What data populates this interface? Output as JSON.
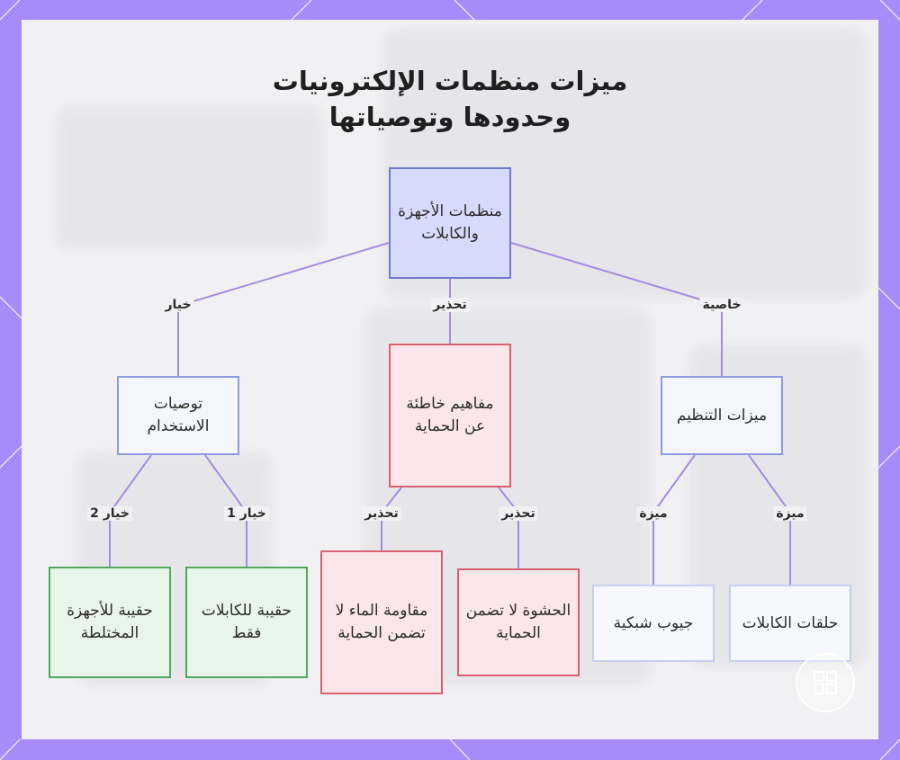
{
  "title": {
    "line1": "ميزات منظمات الإلكترونيات",
    "line2": "وحدودها وتوصياتها"
  },
  "nodes": {
    "root": "منظمات الأجهزة والكابلات",
    "misconceptions": "مفاهيم خاطئة عن الحماية",
    "usage": "توصيات الاستخدام",
    "features": "ميزات التنظيم",
    "cables_only_bag": "حقيبة للكابلات فقط",
    "mixed_devices_bag": "حقيبة للأجهزة المختلطة",
    "water_resistance": "مقاومة الماء لا تضمن الحماية",
    "padding": "الحشوة لا تضمن الحماية",
    "mesh_pockets": "جيوب شبكية",
    "cable_loops": "حلقات الكابلات"
  },
  "edge_labels": {
    "root_usage": "خيار",
    "root_misconceptions": "تحذير",
    "root_features": "خاصية",
    "usage_opt1": "خيار 1",
    "usage_opt2": "خيار 2",
    "misc_water": "تحذير",
    "misc_padding": "تحذير",
    "feat_mesh": "ميزة",
    "feat_loops": "ميزة"
  },
  "colors": {
    "edge": "#a58be0",
    "frame": "#a78bfa"
  },
  "logo_icon": "grid-logo-icon"
}
